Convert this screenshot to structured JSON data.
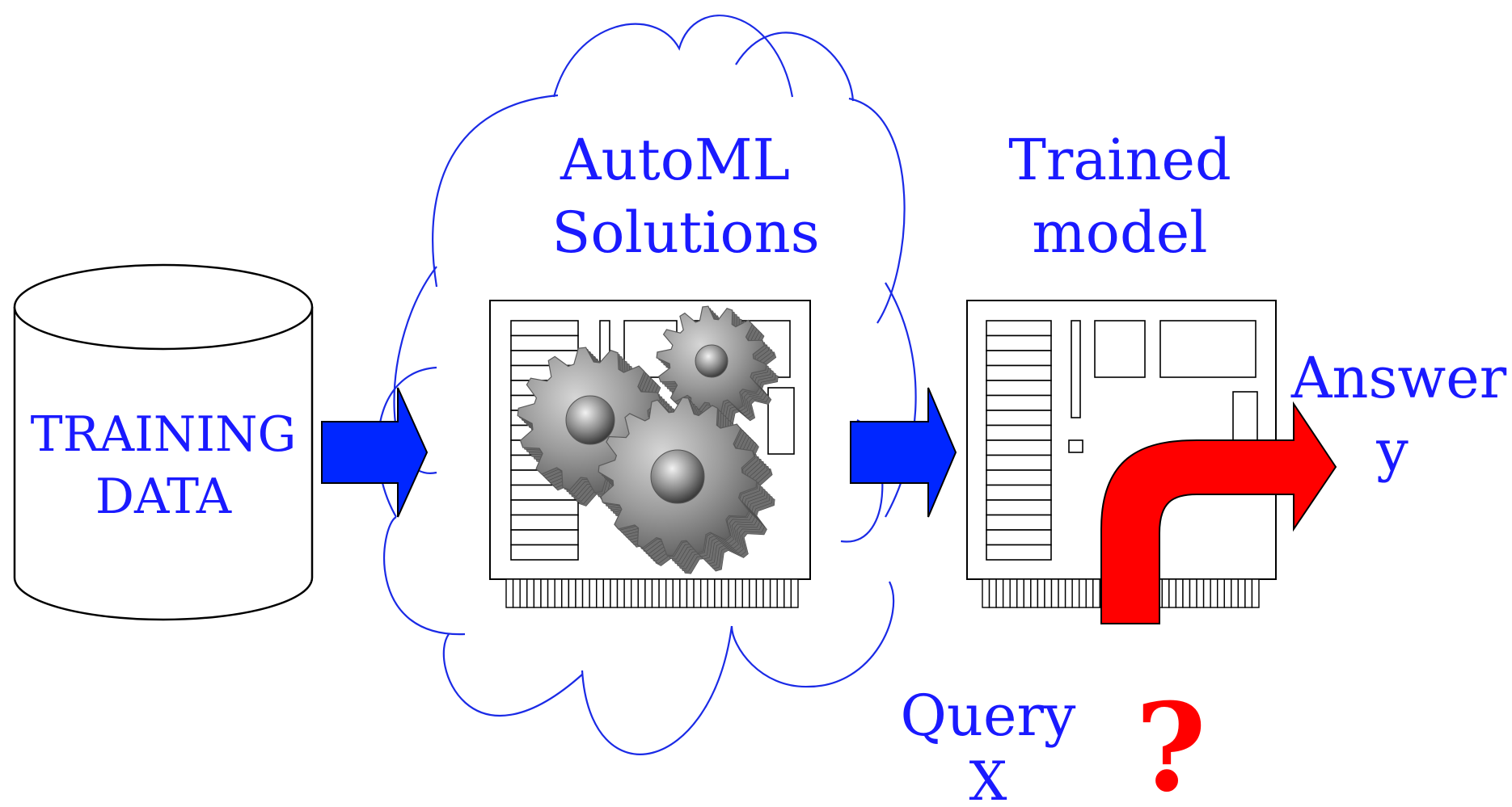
{
  "labels": {
    "training_line1": "TRAINING",
    "training_line2": "DATA",
    "automl_line1": "AutoML",
    "automl_line2": "Solutions",
    "trained_line1": "Trained",
    "trained_line2": "model",
    "answer_line1": "Answer",
    "answer_line2": "y",
    "query_line1": "Query",
    "query_line2": "X",
    "question_mark": "?"
  },
  "colors": {
    "label_text": "#1a1aff",
    "cloud_stroke": "#1a2ae6",
    "flow_arrow": "#0026ff",
    "answer_arrow": "#ff0000",
    "question_mark": "#ff0000",
    "gear": "#8a8a8a"
  },
  "icons": {
    "database": "cylinder-icon",
    "cloud": "cloud-icon",
    "board": "circuit-board-icon",
    "gears": "gears-icon"
  }
}
